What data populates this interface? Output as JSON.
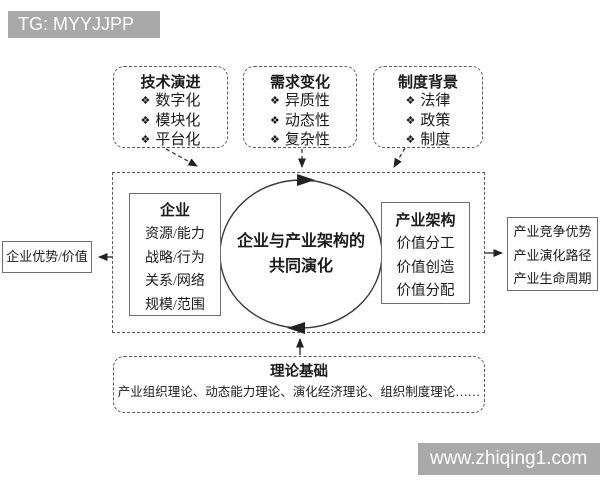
{
  "watermarks": {
    "top": "TG: MYYJJPP",
    "bottom": "www.zhiqing1.com"
  },
  "colors": {
    "watermark_bg": "#a9a9a9",
    "watermark_text": "#ffffff",
    "line": "#3a3a3a",
    "dashed_border": "#5a5a5a",
    "text": "#1c1c1c",
    "background": "#fefefe"
  },
  "top_boxes": [
    {
      "title": "技术演进",
      "bullet": "❖",
      "items": [
        "数字化",
        "模块化",
        "平台化"
      ]
    },
    {
      "title": "需求变化",
      "bullet": "❖",
      "items": [
        "异质性",
        "动态性",
        "复杂性"
      ]
    },
    {
      "title": "制度背景",
      "bullet": "❖",
      "items": [
        "法律",
        "政策",
        "制度"
      ]
    }
  ],
  "core": {
    "enterprise": {
      "title": "企业",
      "items": [
        "资源/能力",
        "战略/行为",
        "关系/网络",
        "规模/范围"
      ]
    },
    "cycle": {
      "line1": "企业与产业架构的",
      "line2": "共同演化"
    },
    "industry": {
      "title": "产业架构",
      "items": [
        "价值分工",
        "价值创造",
        "价值分配"
      ]
    }
  },
  "outputs": {
    "left": "企业优势/价值",
    "right": [
      "产业竞争优势",
      "产业演化路径",
      "产业生命周期"
    ]
  },
  "foundation": {
    "title": "理论基础",
    "body": "产业组织理论、动态能力理论、演化经济理论、组织制度理论……"
  }
}
